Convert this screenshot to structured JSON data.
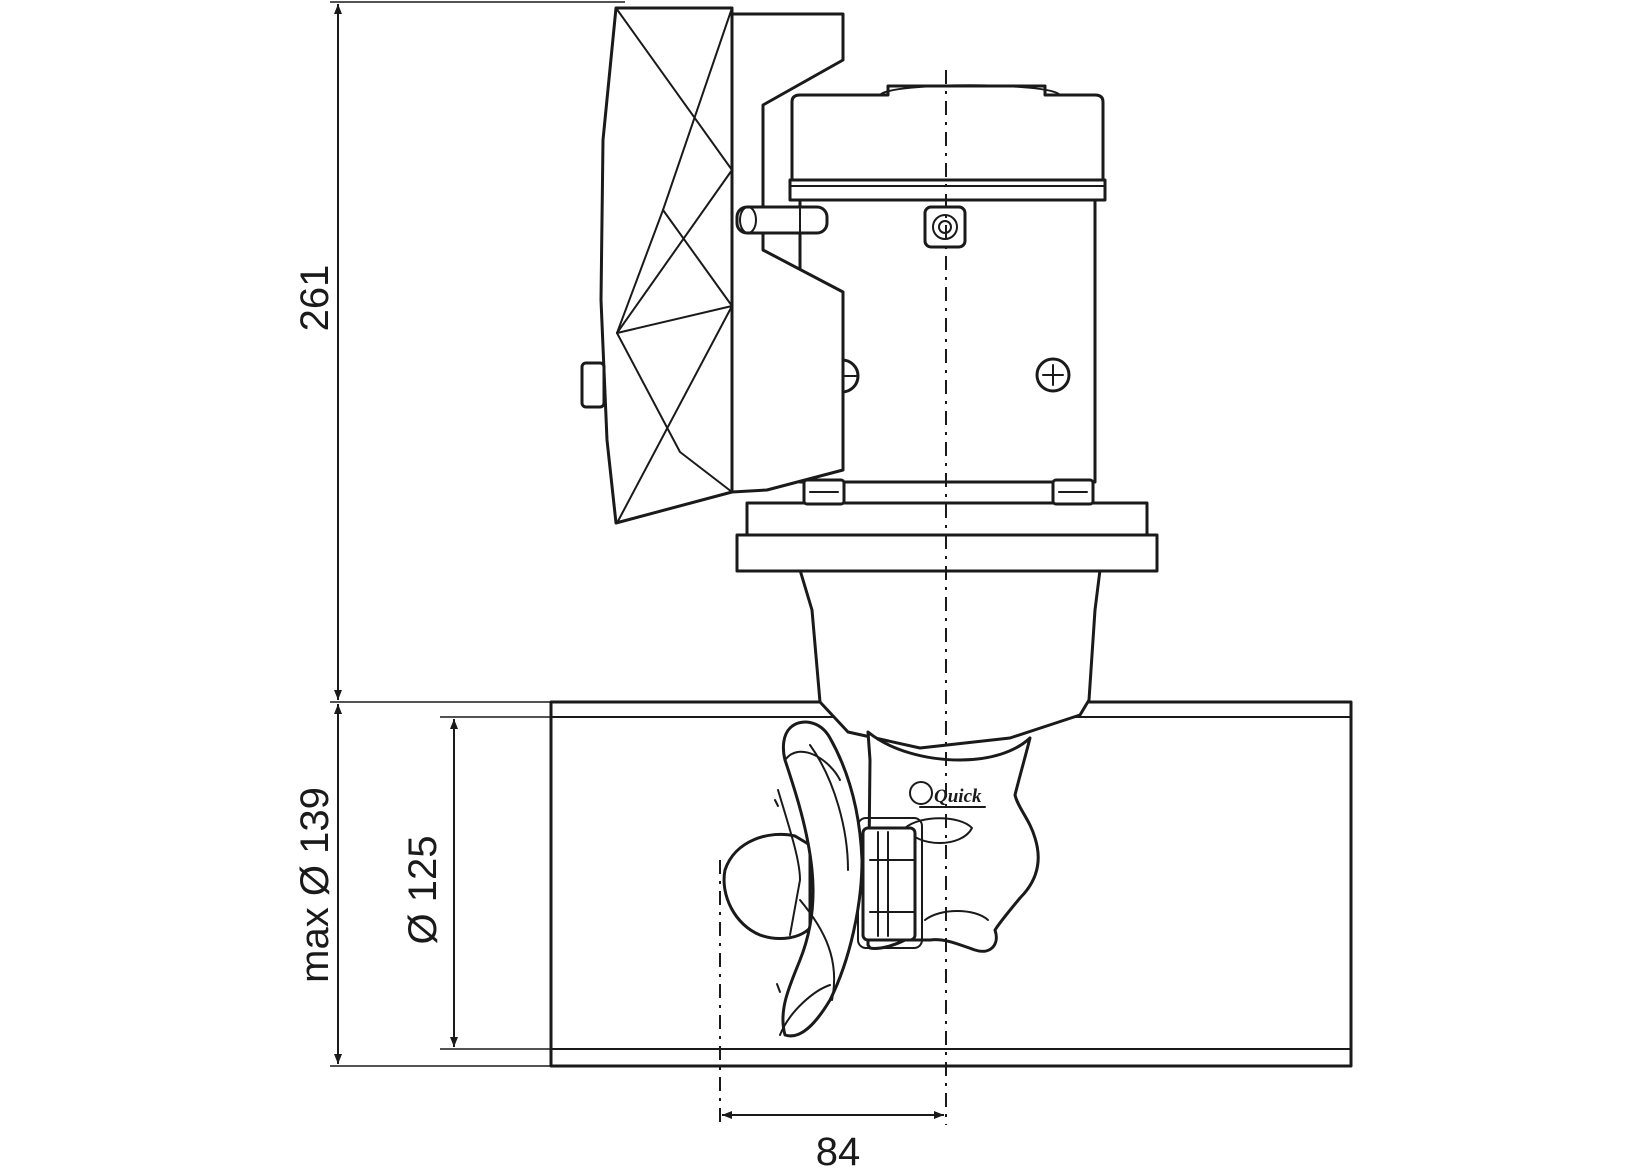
{
  "dimensions": {
    "overall_height": "261",
    "max_tunnel_diameter": "max Ø 139",
    "propeller_diameter": "Ø 125",
    "propeller_offset": "84"
  },
  "brand": "Quick"
}
